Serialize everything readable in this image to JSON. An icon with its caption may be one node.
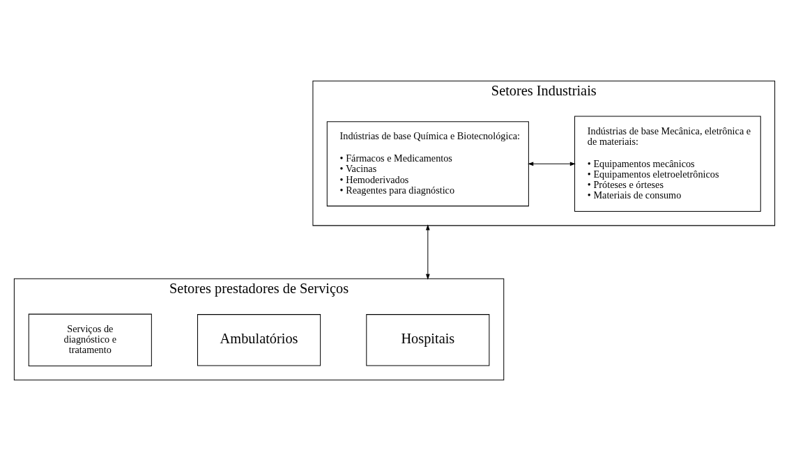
{
  "diagram": {
    "nodes": [
      {
        "text": [
          "Setores Industriais"
        ]
      },
      {
        "text": [
          "Indústrias de base Química e Biotecnológica:",
          "• Fármacos e Medicamentos",
          "• Vacinas",
          "• Hemoderivados",
          "• Reagentes para diagnóstico"
        ],
        "in": 0
      },
      {
        "text": [
          "Indústrias de base Mecânica, eletrônica e de materiais:",
          "• Equipamentos mecânicos",
          "• Equipamentos eletroeletrônicos",
          "• Próteses e órteses",
          "• Materiais de consumo"
        ],
        "in": 0
      },
      {
        "text": [
          "Setores prestadores de Serviços"
        ]
      },
      {
        "text": [
          "Hospitais"
        ],
        "in": 3
      },
      {
        "text": [
          "Ambulatórios"
        ],
        "in": 3
      },
      {
        "text": [
          "Serviços de diagnóstico e tratamento"
        ],
        "in": 3
      }
    ],
    "edges": [
      {
        "from": 1,
        "to": 2,
        "arrow": "both"
      },
      {
        "from": 0,
        "to": 3,
        "arrow": "both"
      }
    ]
  }
}
